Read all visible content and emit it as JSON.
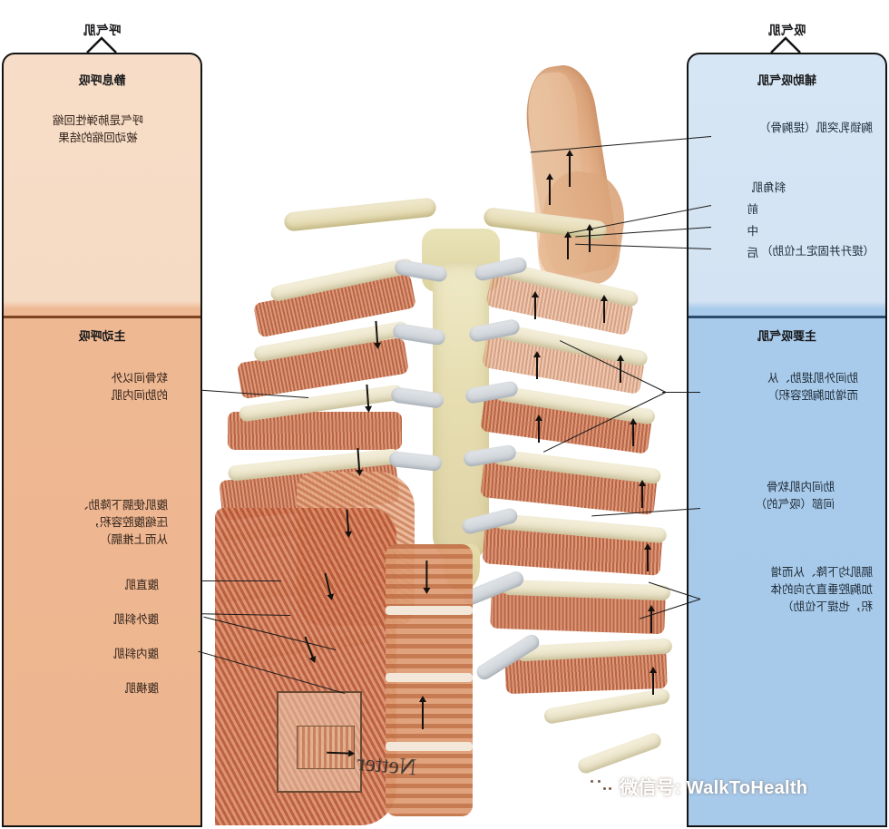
{
  "meta": {
    "kind": "anatomy-illustration",
    "subject": "呼吸肌（吸气肌与呼气肌）解剖图",
    "note": "画面中的文字整体呈水平镜像",
    "signature": "Netter",
    "colors": {
      "panel_left_top": "#d5e4f3",
      "panel_left_bottom": "#a8caea",
      "panel_right_top": "#f6dcc5",
      "panel_right_bottom": "#edb790",
      "border": "#141414",
      "bone": "#ece4c4",
      "cartilage": "#cdd3d9",
      "muscle": "#c4744a",
      "arrow": "#15110f"
    }
  },
  "left_panel": {
    "tab_title": "吸气肌",
    "section_a": {
      "heading": "辅助吸气肌",
      "labels": [
        {
          "text": "胸锁乳突肌（提胸骨）"
        },
        {
          "text": "斜角肌"
        },
        {
          "text": "前"
        },
        {
          "text": "中"
        },
        {
          "text": "后"
        },
        {
          "text": "（提升并固定上位肋）"
        }
      ]
    },
    "section_b": {
      "heading": "主要吸气肌",
      "labels": [
        {
          "text": "肋间外肌提肋、从\n而增加胸腔容积）"
        },
        {
          "text": "肋间内肌软骨\n间部（吸气的）"
        },
        {
          "text": "膈肌均下降、从而增\n加胸腔垂直方向的体\n积，也提下位肋）"
        }
      ]
    }
  },
  "right_panel": {
    "tab_title": "呼气肌",
    "section_a": {
      "heading": "静息呼吸",
      "labels": [
        {
          "text": "呼气是肺弹性回缩\n被动回缩的结果"
        }
      ]
    },
    "section_b": {
      "heading": "主动呼吸",
      "labels": [
        {
          "text": "软骨间以外\n的肋间内肌"
        },
        {
          "text": "腹肌使膈下降肋、\n压缩腹腔容积，\n从而上推膈）"
        },
        {
          "text": "腹直肌"
        },
        {
          "text": "腹外斜肌"
        },
        {
          "text": "腹内斜肌"
        },
        {
          "text": "腹横肌"
        }
      ]
    }
  },
  "anatomy": {
    "structures": [
      {
        "name": "胸锁乳突肌"
      },
      {
        "name": "锁骨"
      },
      {
        "name": "胸骨柄"
      },
      {
        "name": "胸骨体"
      },
      {
        "name": "剑突"
      },
      {
        "name": "肋骨"
      },
      {
        "name": "肋软骨"
      },
      {
        "name": "肋间外肌"
      },
      {
        "name": "肋间内肌"
      },
      {
        "name": "腹直肌"
      },
      {
        "name": "腹外斜肌"
      },
      {
        "name": "腹内斜肌"
      },
      {
        "name": "腹横肌"
      }
    ],
    "arrow_meaning": "肌肉收缩方向"
  },
  "watermark": {
    "icon": "wechat-icon",
    "text": "微信号: WalkToHealth"
  }
}
